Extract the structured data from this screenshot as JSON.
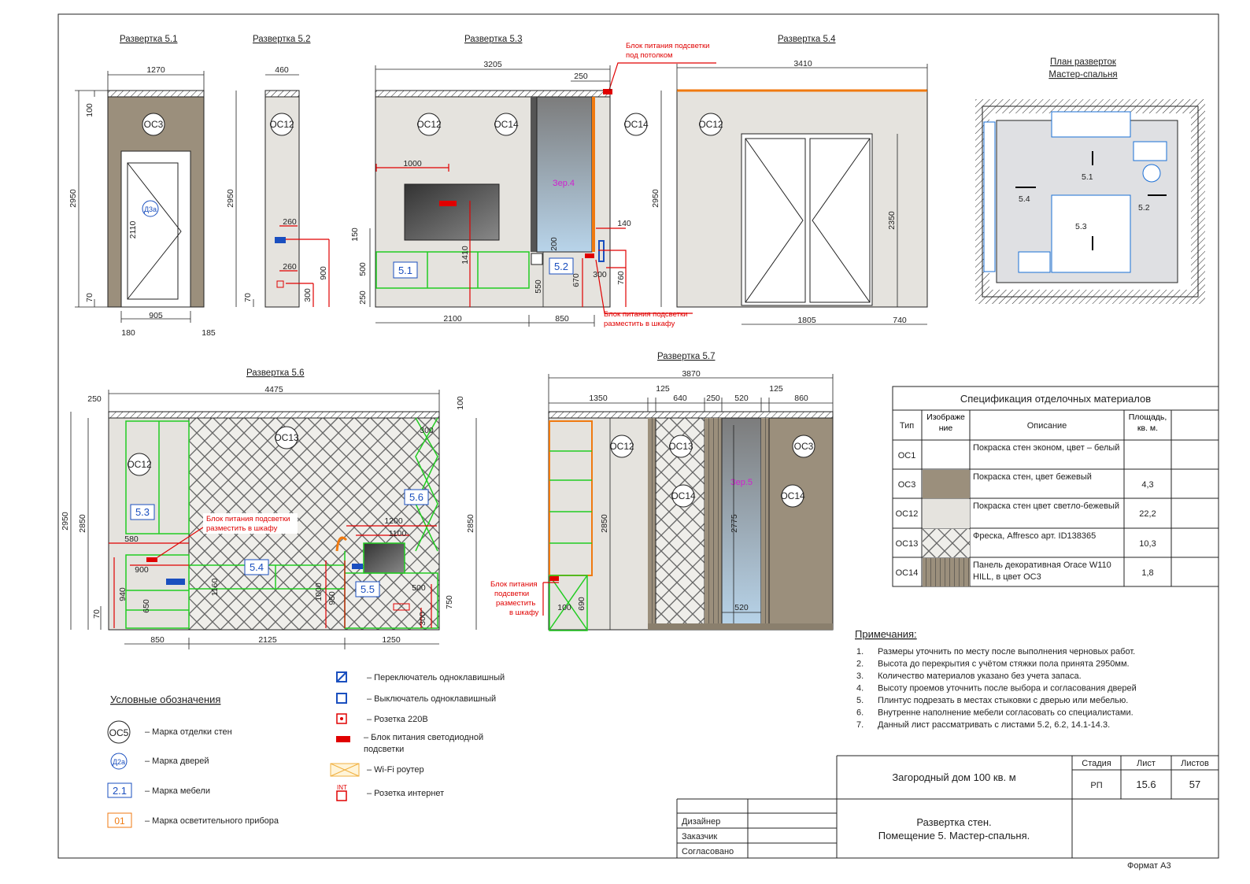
{
  "colors": {
    "beige": "#9b8f7c",
    "light_beige": "#e5e3de",
    "green": "#22cc22",
    "red": "#e00000",
    "blue": "#1a4fbf",
    "orange": "#f07a10"
  },
  "e51": {
    "title": "Развертка 5.1",
    "mark": "ОС3",
    "door": "Д3а",
    "dims": [
      "1270",
      "2950",
      "100",
      "70",
      "2110",
      "905",
      "180",
      "185"
    ]
  },
  "e52": {
    "title": "Развертка 5.2",
    "mark": "ОС12",
    "dims": [
      "460",
      "2950",
      "70",
      "260",
      "260",
      "900",
      "300"
    ]
  },
  "e53": {
    "title": "Развертка 5.3",
    "marks": [
      "ОС12",
      "ОС14",
      "ОС14"
    ],
    "mirror": "Зер.4",
    "furniture": [
      "5.1",
      "5.2"
    ],
    "dims": [
      "3205",
      "250",
      "1000",
      "1410",
      "150",
      "500",
      "250",
      "550",
      "200",
      "670",
      "300",
      "760",
      "140",
      "2100",
      "850"
    ],
    "notes": [
      "Блок питания подсветки",
      "под потолком",
      "Блок питания подсветки",
      "разместить в шкафу"
    ]
  },
  "e54": {
    "title": "Развертка 5.4",
    "mark": "ОС12",
    "dims": [
      "3410",
      "2950",
      "2350",
      "1805",
      "740"
    ]
  },
  "plan": {
    "title": "План разверток",
    "subtitle": "Мастер-спальня",
    "labels": [
      "5.1",
      "5.2",
      "5.3",
      "5.4"
    ]
  },
  "e56": {
    "title": "Развертка 5.6",
    "marks": [
      "ОС12",
      "ОС13"
    ],
    "furniture": [
      "5.3",
      "5.4",
      "5.5",
      "5.6"
    ],
    "dims": [
      "4475",
      "250",
      "100",
      "2950",
      "2850",
      "300",
      "2850",
      "580",
      "900",
      "940",
      "650",
      "1160",
      "1200",
      "1100",
      "1000",
      "950",
      "500",
      "750",
      "300",
      "850",
      "2125",
      "1250",
      "70"
    ],
    "notes": [
      "Блок питания подсветки",
      "разместить в шкафу"
    ]
  },
  "e57": {
    "title": "Развертка 5.7",
    "marks": [
      "ОС12",
      "ОС13",
      "ОС14",
      "ОС14",
      "ОС3"
    ],
    "mirror": "Зер.5",
    "dims": [
      "3870",
      "1350",
      "125",
      "640",
      "250",
      "520",
      "125",
      "860",
      "2850",
      "2775",
      "520",
      "100",
      "690"
    ],
    "notes": [
      "Блок питания",
      "подсветки",
      "разместить",
      "в шкафу"
    ]
  },
  "spec": {
    "title": "Спецификация отделочных материалов",
    "headers": [
      "Тип",
      "Изображе ние",
      "Описание",
      "Площадь, кв. м."
    ],
    "rows": [
      {
        "type": "ОС1",
        "desc": "Покраска стен эконом, цвет – белый",
        "area": "",
        "swatch": "none"
      },
      {
        "type": "ОС3",
        "desc": "Покраска стен, цвет бежевый",
        "area": "4,3",
        "swatch": "beige"
      },
      {
        "type": "ОС12",
        "desc": "Покраска стен цвет светло-бежевый",
        "area": "22,2",
        "swatch": "light"
      },
      {
        "type": "ОС13",
        "desc": "Фреска, Affresco арт. ID138365",
        "area": "10,3",
        "swatch": "fresco"
      },
      {
        "type": "ОС14",
        "desc": "Панель декоративная Orace W110 HILL, в цвет ОС3",
        "area": "1,8",
        "swatch": "panel"
      }
    ]
  },
  "notes": {
    "title": "Примечания:",
    "items": [
      "Размеры уточнить по месту после выполнения черновых работ.",
      "Высота до перекрытия с учётом стяжки пола принята 2950мм.",
      "Количество материалов указано без учета запаса.",
      "Высоту проемов уточнить после выбора и согласования дверей",
      "Плинтус подрезать в местах стыковки с дверью или мебелью.",
      "Внутренне наполнение мебели согласовать со специалистами.",
      "Данный лист рассматривать с листами 5.2, 6.2, 14.1-14.3."
    ]
  },
  "legend": {
    "title": "Условные обозначения",
    "left": [
      {
        "sym": "ОС5",
        "text": "– Марка отделки стен"
      },
      {
        "sym": "Д2а",
        "text": "– Марка дверей"
      },
      {
        "sym": "2.1",
        "text": "– Марка мебели"
      },
      {
        "sym": "01",
        "text": "– Марка осветительного прибора"
      }
    ],
    "right": [
      {
        "text": "– Переключатель одноклавишный"
      },
      {
        "text": "– Выключатель одноклавишный"
      },
      {
        "text": "– Розетка 220В"
      },
      {
        "text": "– Блок питания светодиодной подсветки"
      },
      {
        "text": "– Wi-Fi роутер"
      },
      {
        "sym": "INT",
        "text": "– Розетка интернет"
      }
    ]
  },
  "titleblock": {
    "project": "Загородный дом 100 кв. м",
    "sheet_title_1": "Развертка стен.",
    "sheet_title_2": "Помещение 5. Мастер-спальня.",
    "headers": [
      "Стадия",
      "Лист",
      "Листов"
    ],
    "values": [
      "РП",
      "15.6",
      "57"
    ],
    "roles": [
      "Дизайнер",
      "Заказчик",
      "Согласовано"
    ],
    "format": "Формат А3"
  }
}
